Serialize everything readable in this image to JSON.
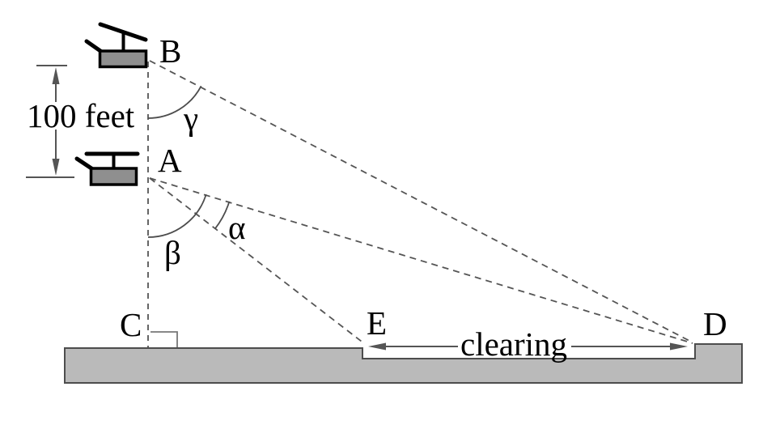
{
  "figure": {
    "description": "Helicopter altitude geometry diagram with two helicopter positions sighting a ground clearing",
    "point_labels": {
      "upper_helicopter": "B",
      "lower_helicopter": "A",
      "ground_base": "C",
      "clearing_near": "E",
      "clearing_far": "D"
    },
    "angle_labels": {
      "gamma": "γ",
      "beta": "β",
      "alpha": "α"
    },
    "measurement_label": "100 feet",
    "clearing_label": "clearing",
    "icons": {
      "upper": "helicopter-icon",
      "lower": "helicopter-icon"
    },
    "colors": {
      "background": "#ffffff",
      "ground_fill": "#bababa",
      "ground_outline": "#4d4d4d",
      "helicopter_fill": "#8f8f8f",
      "helicopter_outline": "#000000",
      "dashed_line": "#555555",
      "text": "#000000"
    }
  }
}
